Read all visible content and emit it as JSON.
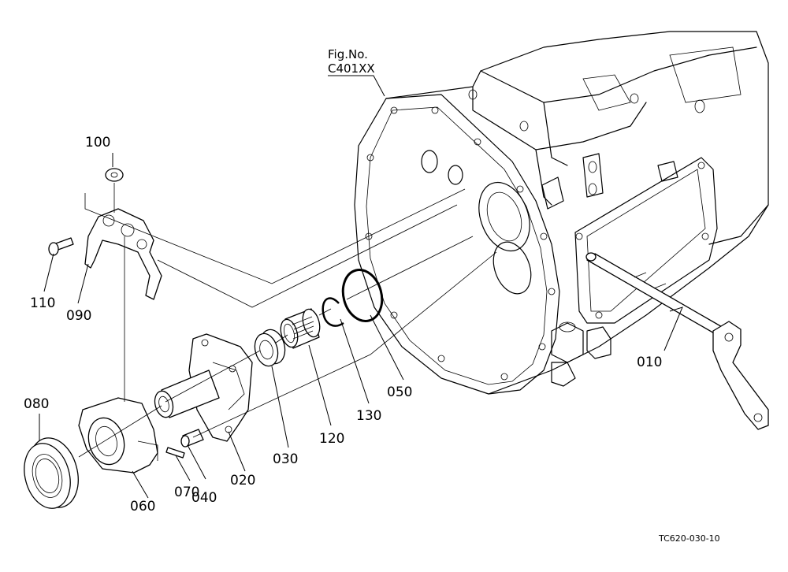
{
  "figure": {
    "fig_no_label": "Fig.No.",
    "fig_no_value": "C401XX",
    "drawing_code": "TC620-030-10"
  },
  "callouts": [
    {
      "id": "010",
      "text": "010"
    },
    {
      "id": "020",
      "text": "020"
    },
    {
      "id": "030",
      "text": "030"
    },
    {
      "id": "040",
      "text": "040"
    },
    {
      "id": "050",
      "text": "050"
    },
    {
      "id": "060",
      "text": "060"
    },
    {
      "id": "070",
      "text": "070"
    },
    {
      "id": "080",
      "text": "080"
    },
    {
      "id": "090",
      "text": "090"
    },
    {
      "id": "100",
      "text": "100"
    },
    {
      "id": "110",
      "text": "110"
    },
    {
      "id": "120",
      "text": "120"
    },
    {
      "id": "130",
      "text": "130"
    }
  ]
}
